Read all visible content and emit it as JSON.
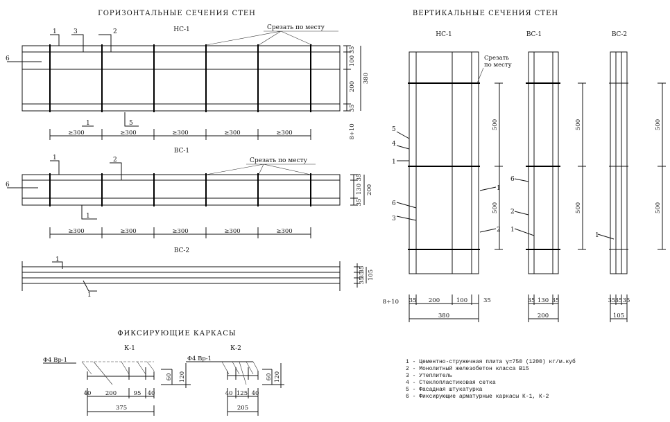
{
  "horizontal": {
    "title": "ГОРИЗОНТАЛЬНЫЕ СЕЧЕНИЯ СТЕН",
    "cut_note": "Срезать по месту",
    "hs1": {
      "label": "НС-1",
      "callouts": [
        "1",
        "3",
        "2",
        "6",
        "1",
        "5"
      ],
      "dims_right": [
        "35",
        "100",
        "200",
        "35",
        "380",
        "8÷10"
      ],
      "spacing": [
        "≥300",
        "≥300",
        "≥300",
        "≥300",
        "≥300"
      ]
    },
    "vs1": {
      "label": "ВС-1",
      "callouts": [
        "1",
        "2",
        "6",
        "1"
      ],
      "dims_right": [
        "35",
        "130",
        "35",
        "200"
      ],
      "spacing": [
        "≥300",
        "≥300",
        "≥300",
        "≥300",
        "≥300"
      ]
    },
    "vs2": {
      "label": "ВС-2",
      "callouts": [
        "1",
        "1"
      ],
      "dims_right": [
        "35",
        "35",
        "35",
        "105"
      ]
    }
  },
  "vertical": {
    "title": "ВЕРТИКАЛЬНЫЕ СЕЧЕНИЯ СТЕН",
    "cut_note_line1": "Срезать",
    "cut_note_line2": "по месту",
    "hs1": {
      "label": "НС-1",
      "callouts": [
        "5",
        "4",
        "1",
        "6",
        "3",
        "1",
        "2"
      ],
      "dims_height": [
        "500",
        "500"
      ],
      "dims_bottom": [
        "8÷10",
        "35",
        "200",
        "100",
        "35"
      ],
      "total": "380"
    },
    "vs1": {
      "label": "ВС-1",
      "callouts": [
        "6",
        "2",
        "1"
      ],
      "dims_height": [
        "500",
        "500"
      ],
      "dims_bottom": [
        "35",
        "130",
        "35"
      ],
      "total": "200"
    },
    "vs2": {
      "label": "ВС-2",
      "callouts": [
        "1"
      ],
      "dims_height": [
        "500",
        "500"
      ],
      "dims_bottom": [
        "35",
        "35",
        "35"
      ],
      "total": "105"
    }
  },
  "frames": {
    "title": "ФИКСИРУЮЩИЕ КАРКАСЫ",
    "k1": {
      "label": "К-1",
      "rebar": "Φ4 Вр-1",
      "dims": [
        "40",
        "200",
        "95",
        "40"
      ],
      "total": "375",
      "heights": [
        "60",
        "120"
      ]
    },
    "k2": {
      "label": "К-2",
      "rebar": "Φ4 Вр-1",
      "dims": [
        "40",
        "125",
        "40"
      ],
      "total": "205",
      "heights": [
        "60",
        "120"
      ]
    }
  },
  "legend": [
    "1 - Цементно-стружечная плита γ=750 (1200) кг/м.куб",
    "2 - Монолитный железобетон класса В15",
    "3 - Утеплитель",
    "4 - Стеклопластиковая сетка",
    "5 - Фасадная штукатурка",
    "6 - Фиксирующие арматурные каркасы К-1, К-2"
  ]
}
